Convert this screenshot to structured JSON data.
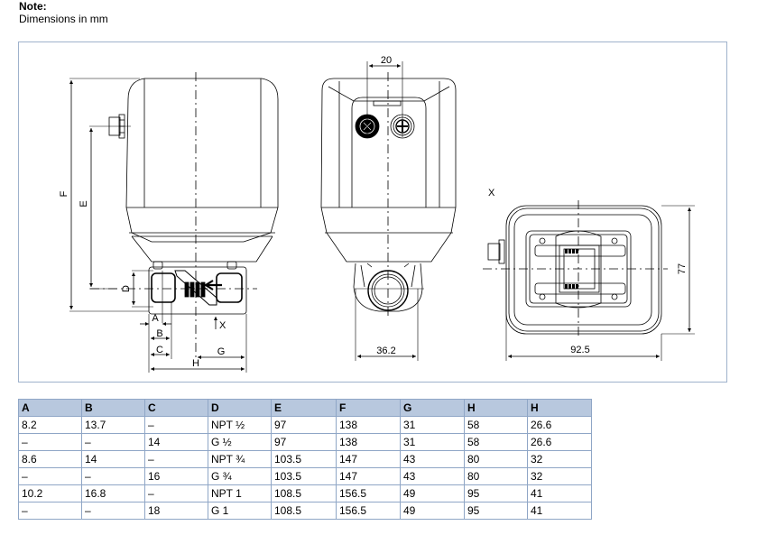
{
  "note": {
    "title": "Note:",
    "text": "Dimensions in mm"
  },
  "drawing": {
    "side_view_labels": {
      "F": "F",
      "E": "E",
      "D": "D",
      "A": "A",
      "B": "B",
      "C": "C",
      "G": "G",
      "H": "H",
      "X": "X"
    },
    "front_view_labels": {
      "connector_spacing": "20",
      "pipe_width": "36.2"
    },
    "bottom_view_labels": {
      "view": "X",
      "width": "92.5",
      "depth": "77"
    }
  },
  "table": {
    "headers": [
      "A",
      "B",
      "C",
      "D",
      "E",
      "F",
      "G",
      "H",
      "H"
    ],
    "rows": [
      [
        "8.2",
        "13.7",
        "–",
        "NPT ½",
        "97",
        "138",
        "31",
        "58",
        "26.6"
      ],
      [
        "–",
        "–",
        "14",
        "G ½",
        "97",
        "138",
        "31",
        "58",
        "26.6"
      ],
      [
        "8.6",
        "14",
        "–",
        "NPT ¾",
        "103.5",
        "147",
        "43",
        "80",
        "32"
      ],
      [
        "–",
        "–",
        "16",
        "G ¾",
        "103.5",
        "147",
        "43",
        "80",
        "32"
      ],
      [
        "10.2",
        "16.8",
        "–",
        "NPT 1",
        "108.5",
        "156.5",
        "49",
        "95",
        "41"
      ],
      [
        "–",
        "–",
        "18",
        "G 1",
        "108.5",
        "156.5",
        "49",
        "95",
        "41"
      ]
    ]
  }
}
